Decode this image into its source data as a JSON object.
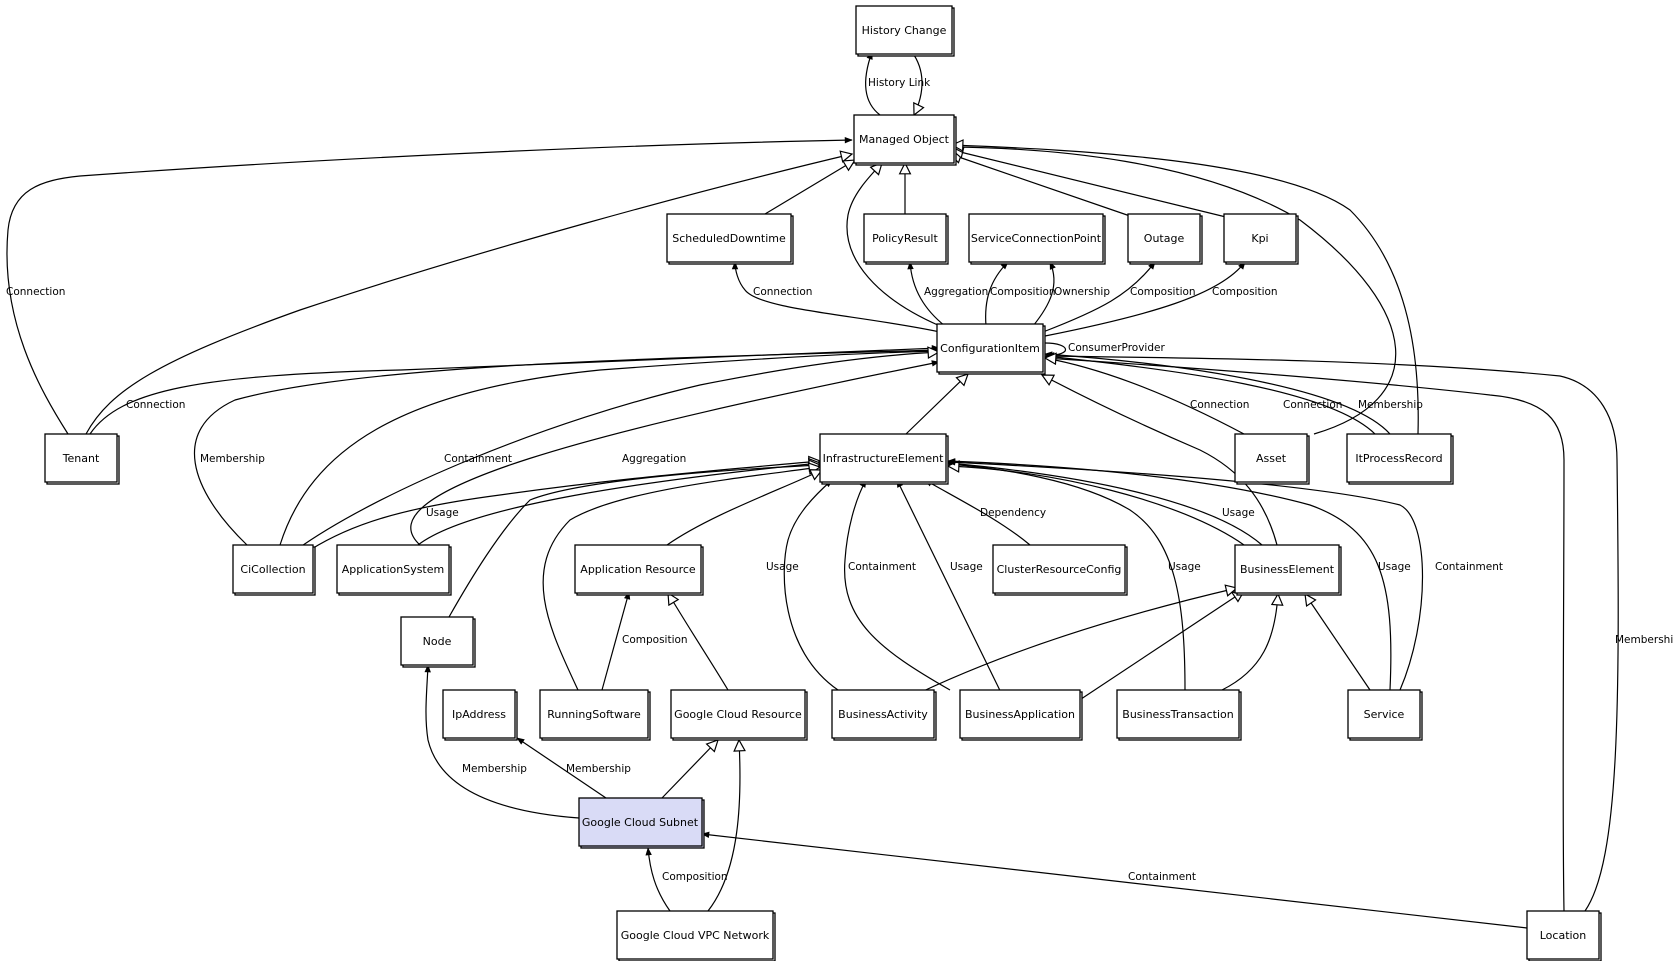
{
  "colors": {
    "line": "#000000",
    "node_fill": "#ffffff",
    "highlight_fill": "#d9dbf6"
  },
  "nodes": {
    "history_change": {
      "label": "History Change"
    },
    "managed_object": {
      "label": "Managed Object"
    },
    "scheduled_downtime": {
      "label": "ScheduledDowntime"
    },
    "policy_result": {
      "label": "PolicyResult"
    },
    "service_connection_point": {
      "label": "ServiceConnectionPoint"
    },
    "outage": {
      "label": "Outage"
    },
    "kpi": {
      "label": "Kpi"
    },
    "configuration_item": {
      "label": "ConfigurationItem"
    },
    "tenant": {
      "label": "Tenant"
    },
    "infrastructure_element": {
      "label": "InfrastructureElement"
    },
    "asset": {
      "label": "Asset"
    },
    "it_process_record": {
      "label": "ItProcessRecord"
    },
    "ci_collection": {
      "label": "CiCollection"
    },
    "application_system": {
      "label": "ApplicationSystem"
    },
    "application_resource": {
      "label": "Application Resource"
    },
    "cluster_resource_config": {
      "label": "ClusterResourceConfig"
    },
    "business_element": {
      "label": "BusinessElement"
    },
    "node": {
      "label": "Node"
    },
    "ip_address": {
      "label": "IpAddress"
    },
    "running_software": {
      "label": "RunningSoftware"
    },
    "google_cloud_resource": {
      "label": "Google Cloud Resource"
    },
    "business_activity": {
      "label": "BusinessActivity"
    },
    "business_application": {
      "label": "BusinessApplication"
    },
    "business_transaction": {
      "label": "BusinessTransaction"
    },
    "service": {
      "label": "Service"
    },
    "google_cloud_subnet": {
      "label": "Google Cloud Subnet"
    },
    "google_cloud_vpc_network": {
      "label": "Google Cloud VPC Network"
    },
    "location": {
      "label": "Location"
    }
  },
  "edge_labels": {
    "history_link": "History Link",
    "tenant_mo_connection": "Connection",
    "ci_sd_connection": "Connection",
    "ci_pr_aggregation": "Aggregation",
    "ci_scp_composition": "Composition",
    "ci_scp_ownership": "Ownership",
    "ci_outage_composition": "Composition",
    "ci_kpi_composition": "Composition",
    "ci_consumer_provider": "ConsumerProvider",
    "tenant_ci_connection": "Connection",
    "asset_ci_connection": "Connection",
    "itpr_ci_connection": "Connection",
    "itpr_ci_membership": "Membership",
    "cic_ci_membership": "Membership",
    "cic_ci_containment": "Containment",
    "as_ci_aggregation": "Aggregation",
    "cic_ie_usage": "Usage",
    "crc_ie_dependency": "Dependency",
    "be_ie_usage": "Usage",
    "bact_ie_usage": "Usage",
    "bapp_ie_containment": "Containment",
    "bapp_ie_usage": "Usage",
    "btx_ie_usage": "Usage",
    "service_ie_usage": "Usage",
    "service_ie_containment": "Containment",
    "rs_ar_composition": "Composition",
    "subnet_node_membership": "Membership",
    "subnet_ip_membership": "Membership",
    "vpc_subnet_composition": "Composition",
    "location_subnet_containment": "Containment",
    "location_ci_membership": "Membership"
  }
}
